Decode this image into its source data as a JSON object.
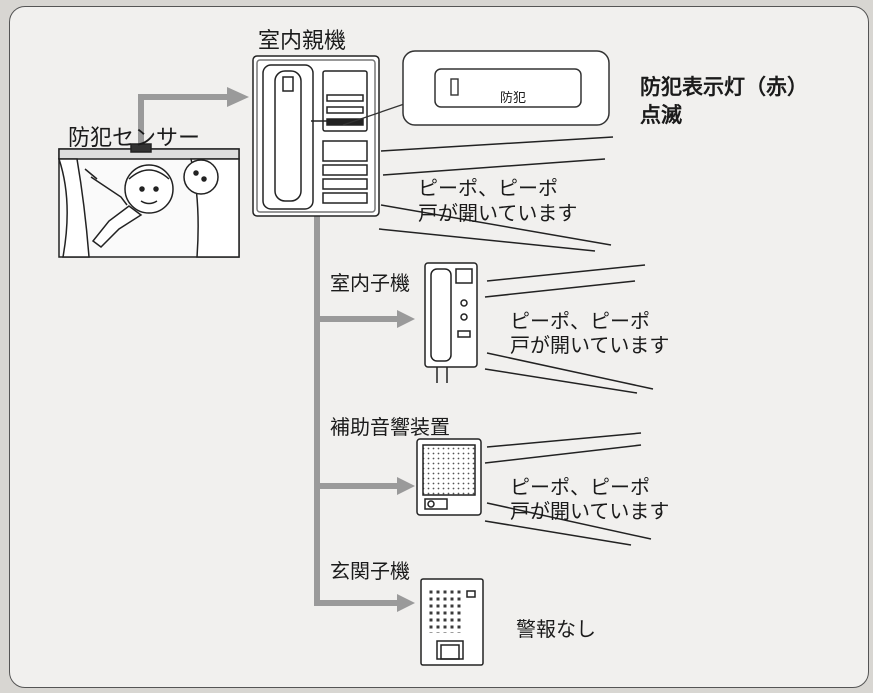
{
  "main_unit_title": "室内親機",
  "sensor_title": "防犯センサー",
  "indicator_label": "防犯",
  "indicator_note_line1": "防犯表示灯（赤）",
  "indicator_note_line2": "点滅",
  "main_unit_message": [
    "ピーポ、ピーポ",
    "戸が開いています"
  ],
  "sub_unit_title": "室内子機",
  "sub_unit_message": [
    "ピーポ、ピーポ",
    "戸が開いています"
  ],
  "aux_unit_title": "補助音響装置",
  "aux_unit_message": [
    "ピーポ、ピーポ",
    "戸が開いています"
  ],
  "door_unit_title": "玄関子機",
  "door_unit_message": "警報なし",
  "colors": {
    "connector": "#9a9a9a",
    "arrow": "#9a9a9a",
    "line": "#2a2a2a",
    "panel_background": "#f1f0ee"
  },
  "icons": [
    "burglar-icon",
    "intercom-main-unit-icon",
    "intercom-sub-unit-icon",
    "speaker-unit-icon",
    "door-station-icon",
    "sound-wave-icon"
  ]
}
